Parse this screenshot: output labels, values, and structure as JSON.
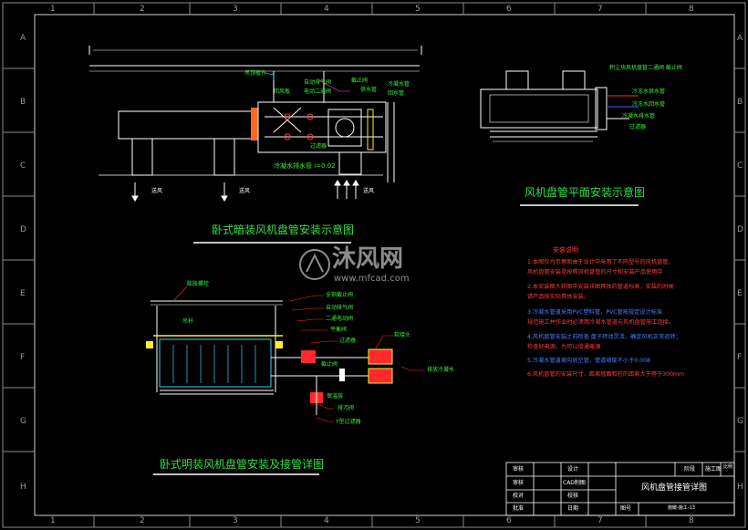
{
  "frame": {
    "columns": [
      "1",
      "2",
      "3",
      "4",
      "5",
      "6",
      "7",
      "8"
    ],
    "rows": [
      "A",
      "B",
      "C",
      "D",
      "E",
      "F",
      "G",
      "H"
    ]
  },
  "views": {
    "concealed_title": "卧式暗装风机盘管安装示意图",
    "plan_title": "风机盘管平面安装示意图",
    "exposed_title": "卧式明装风机盘管安装及接管详图"
  },
  "labels_top": {
    "l1": "吊顶板件",
    "l2": "回风板",
    "l3": "自动排气阀",
    "l4": "电动二通阀",
    "l5": "截止阀",
    "l6": "供水管",
    "l7": "冷凝水管",
    "l8": "回水管",
    "l9": "过滤器",
    "slope": "冷凝水排水管 i=0.02",
    "return_air": "送风",
    "supply1": "送风",
    "supply2": "送风"
  },
  "labels_plan": {
    "p1": "积尘块风机盘管二通阀 截止阀",
    "p2": "冷冻水供水管",
    "p3": "冷冻水回水管",
    "p4": "冷凝水排水管",
    "p5": "过滤器"
  },
  "labels_exposed": {
    "e1": "膨胀螺栓",
    "e2": "吊杆",
    "e3": "全铜截止阀",
    "e4": "自动排气阀",
    "e5": "二通电动阀",
    "e6": "平衡阀",
    "e7": "软接头",
    "e8": "过滤器",
    "e9": "截止阀",
    "e10": "排污阀",
    "e11": "Y型过滤器",
    "e12": "保温层",
    "e13": "排放冷凝水"
  },
  "notes": {
    "heading": "安装说明",
    "items": [
      "1.本图仅为示意图由于设计中采用了不同型号的风机盘管，",
      "  风机盘管安装是按照风机盘管的尺寸和安装产品使用中",
      "2.本安装图大样图中安装详图具体的管道标高，安装的时候",
      "  请产品按实际具体安装。",
      "3.冷凝水管道采用PVC塑料管，PVC管按规定设计标准",
      "  规范施工并作业时必须用冷凝水管道与风机盘管施工连接。",
      "4.风机盘管安装之前检查 盘子转动灵活，确定风机正常运转；",
      "  检查好电源，为可以接通电源",
      "5.冷凝水管道坡向放空管，管道坡度不小于0.008",
      "6.风机盘管的安装尺寸，距离墙面和柱的距离大于等于300mm"
    ]
  },
  "title_block": {
    "drawing_name": "风机盘管接管详图",
    "r1a": "审核",
    "r1b": "设计",
    "r2a": "审核",
    "r2b": "CAD制图",
    "r3a": "校对",
    "r3b": "校核",
    "r4a": "批准",
    "r4b": "日期",
    "phase": "施工图",
    "phase_label": "阶段",
    "sheet_label": "图号",
    "drawing_no": "施暖-施工-13",
    "scale": "比例"
  },
  "watermark": {
    "brand": "沐风网",
    "url": "www.mfcad.com"
  },
  "colors": {
    "line_green": "#2fe04a",
    "frame_white": "#ffffff",
    "pipe_red": "#ff2a2a",
    "pipe_blue": "#3a6bff",
    "cyan": "#3ad0ff",
    "magenta": "#ff45ff",
    "yellow": "#ffee33"
  }
}
